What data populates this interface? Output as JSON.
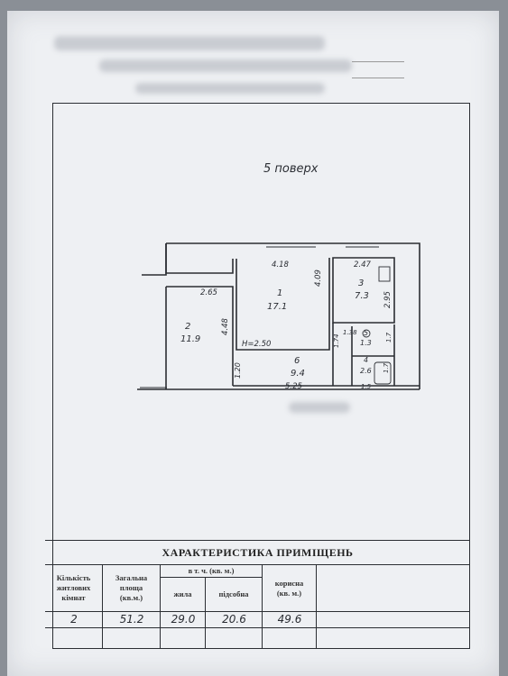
{
  "floor_label": "5 поверх",
  "rooms": [
    {
      "number": "1",
      "area": "17.1"
    },
    {
      "number": "2",
      "area": "11.9"
    },
    {
      "number": "3",
      "area": "7.3"
    },
    {
      "number": "4",
      "area": "2.6"
    },
    {
      "number": "5",
      "area": "1.3"
    },
    {
      "number": "6",
      "area": "9.4"
    }
  ],
  "dimensions": {
    "d1": "4.18",
    "d2": "2.47",
    "d3": "2.65",
    "d4": "4.09",
    "d5": "2.95",
    "d6": "4.48",
    "d7": "Н=2.50",
    "d8": "1.38",
    "d9": "1.20",
    "d10": "5.25",
    "d11": "1.7",
    "d12": "1.74",
    "d13": "1.5",
    "d14": "1.7"
  },
  "table": {
    "title": "ХАРАКТЕРИСТИКА ПРИМІЩЕНЬ",
    "headers": {
      "rooms_count": "Кількість житлових кімнат",
      "total_area": "Загальна площа (кв.м.)",
      "incl": "в т. ч. (кв. м.)",
      "living": "жила",
      "auxiliary": "підсобна",
      "useful": "корисна (кв. м.)"
    },
    "values": {
      "rooms_count": "2",
      "total_area": "51.2",
      "living": "29.0",
      "auxiliary": "20.6",
      "useful": "49.6"
    }
  },
  "colors": {
    "paper": "#eef0f3",
    "ink": "#2b2e33",
    "background": "#8a8f96"
  }
}
